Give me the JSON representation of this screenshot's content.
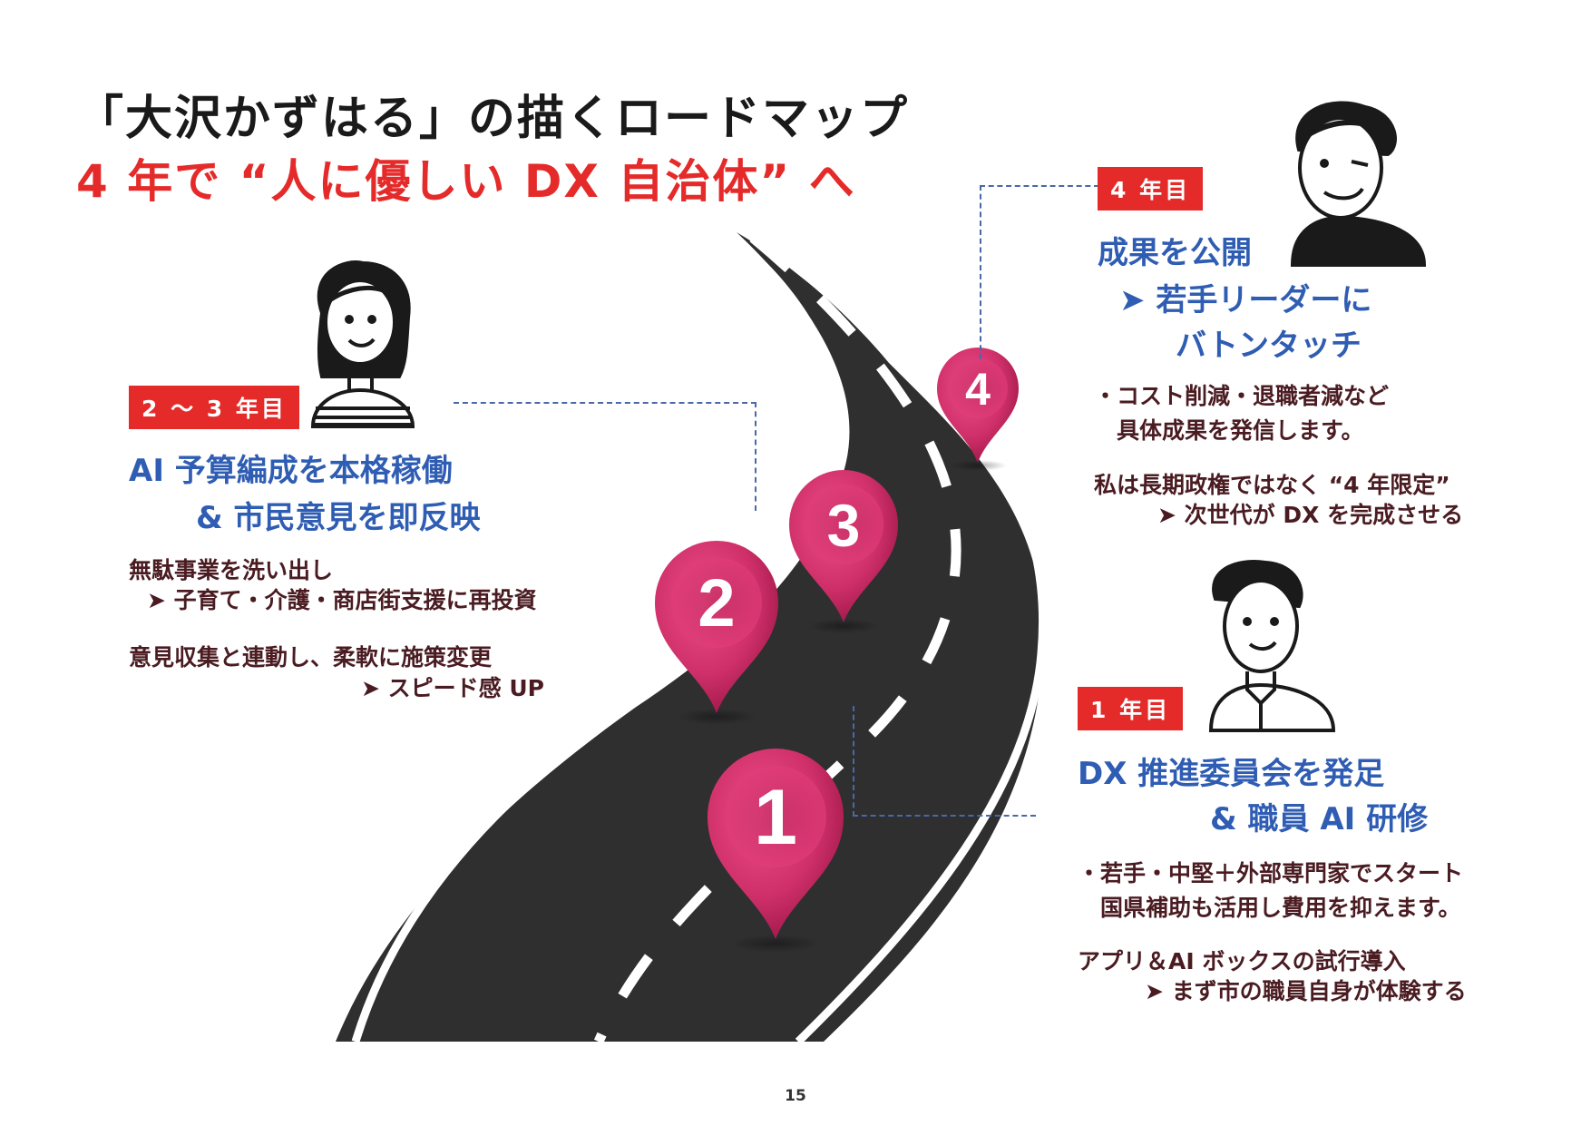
{
  "title": {
    "line1": "「大沢かずはる」の描くロードマップ",
    "line2": "4 年で “人に優しい DX 自治体” へ"
  },
  "year1": {
    "badge": "1 年目",
    "heading": [
      "DX 推進委員会を発足",
      "& 職員 AI 研修"
    ],
    "body": [
      "・若手・中堅＋外部専門家でスタート",
      "　国県補助も活用し費用を抑えます。",
      "アプリ＆AI ボックスの試行導入",
      "まず市の職員自身が体験する"
    ]
  },
  "year23": {
    "badge": "2 ～ 3 年目",
    "heading": [
      "AI 予算編成を本格稼働",
      "& 市民意見を即反映"
    ],
    "body": [
      "無駄事業を洗い出し",
      "子育て・介護・商店街支援に再投資",
      "意見収集と連動し、柔軟に施策変更",
      "スピード感 UP"
    ]
  },
  "year4": {
    "badge": "4 年目",
    "heading": [
      "成果を公開",
      "若手リーダーに",
      "バトンタッチ"
    ],
    "body": [
      "・コスト削減・退職者減など",
      "　具体成果を発信します。",
      "私は長期政権ではなく “4 年限定”",
      "次世代が DX を完成させる"
    ]
  },
  "pins": [
    "1",
    "2",
    "3",
    "4"
  ],
  "arrow_glyph": "➤",
  "colors": {
    "accent_red": "#e52a2a",
    "heading_blue": "#2f5db3",
    "body_brown": "#4a1c22",
    "road": "#2f2f30",
    "pin": "#d0306a"
  },
  "page_number": "15"
}
